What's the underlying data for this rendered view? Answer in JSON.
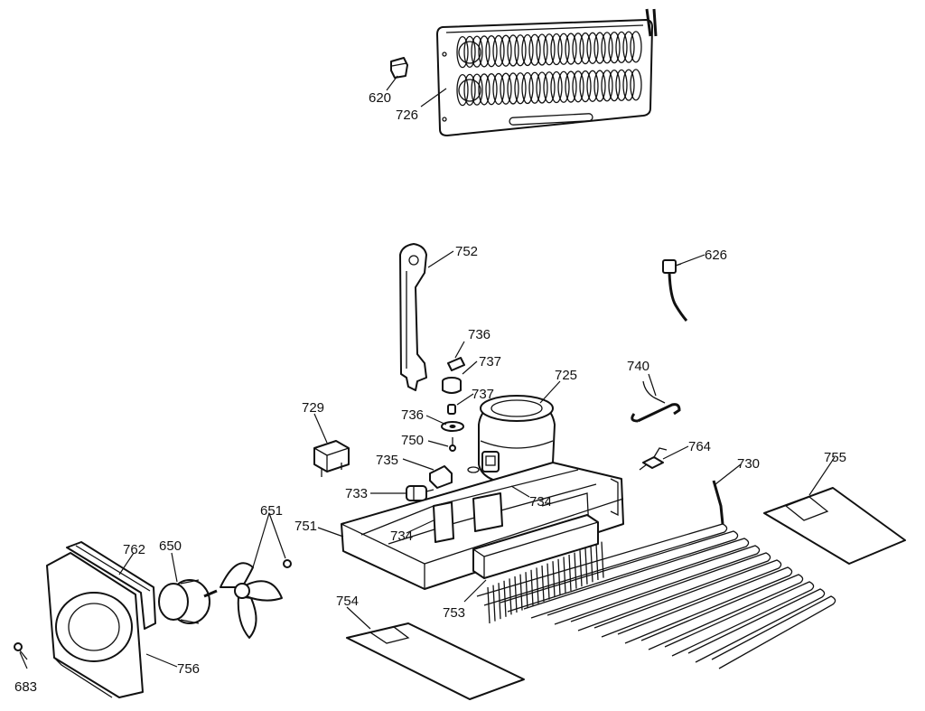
{
  "diagram": {
    "parts": [
      {
        "id": "p620",
        "number": "620"
      },
      {
        "id": "p726",
        "number": "726"
      },
      {
        "id": "p752",
        "number": "752"
      },
      {
        "id": "p626",
        "number": "626"
      },
      {
        "id": "p736a",
        "number": "736"
      },
      {
        "id": "p737a",
        "number": "737"
      },
      {
        "id": "p737b",
        "number": "737"
      },
      {
        "id": "p725",
        "number": "725"
      },
      {
        "id": "p740",
        "number": "740"
      },
      {
        "id": "p736b",
        "number": "736"
      },
      {
        "id": "p729",
        "number": "729"
      },
      {
        "id": "p750",
        "number": "750"
      },
      {
        "id": "p764",
        "number": "764"
      },
      {
        "id": "p735",
        "number": "735"
      },
      {
        "id": "p730",
        "number": "730"
      },
      {
        "id": "p755",
        "number": "755"
      },
      {
        "id": "p733",
        "number": "733"
      },
      {
        "id": "p734a",
        "number": "734"
      },
      {
        "id": "p651",
        "number": "651"
      },
      {
        "id": "p751",
        "number": "751"
      },
      {
        "id": "p734b",
        "number": "734"
      },
      {
        "id": "p762",
        "number": "762"
      },
      {
        "id": "p650",
        "number": "650"
      },
      {
        "id": "p754",
        "number": "754"
      },
      {
        "id": "p753",
        "number": "753"
      },
      {
        "id": "p756",
        "number": "756"
      },
      {
        "id": "p683",
        "number": "683"
      }
    ]
  }
}
